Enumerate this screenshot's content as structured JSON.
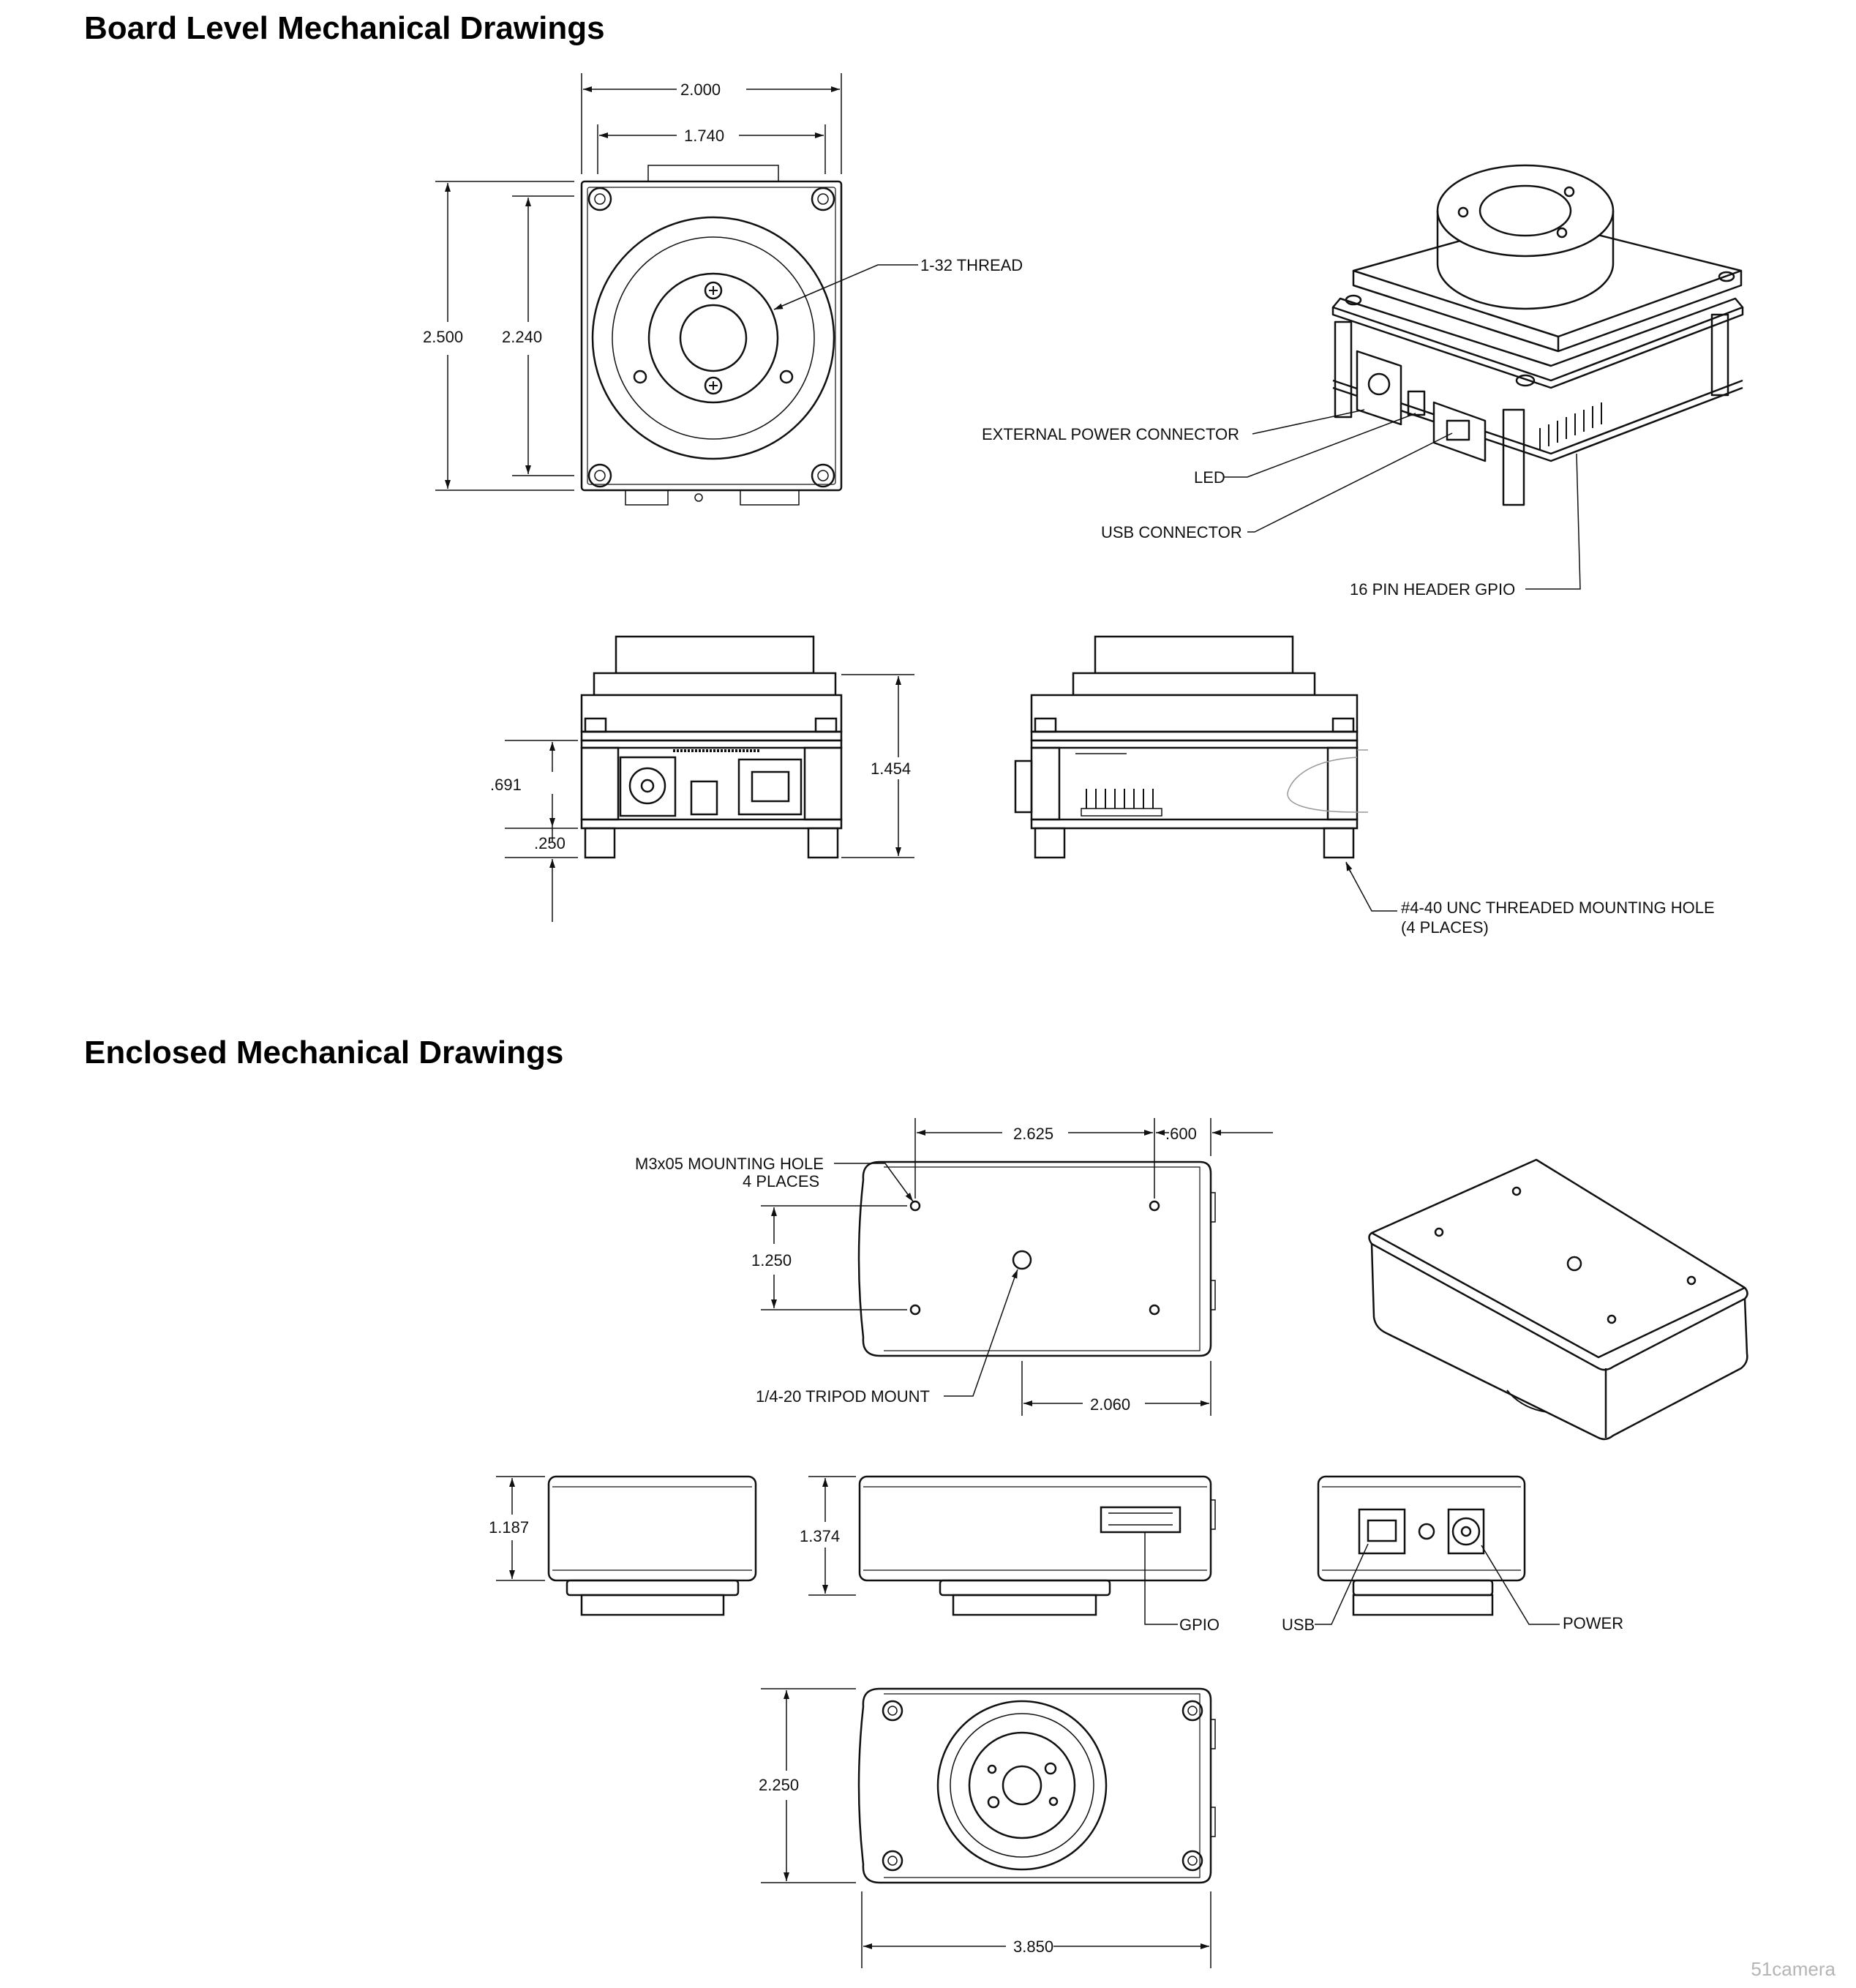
{
  "sections": {
    "board_title": "Board Level Mechanical Drawings",
    "enclosed_title": "Enclosed Mechanical Drawings"
  },
  "board": {
    "dims": {
      "width_outer": "2.000",
      "width_inner": "1.740",
      "height_outer": "2.500",
      "height_inner": "2.240",
      "side_height": "1.454",
      "offset_691": ".691",
      "offset_250": ".250"
    },
    "labels": {
      "thread": "1-32 THREAD",
      "ext_power": "EXTERNAL POWER CONNECTOR",
      "led": "LED",
      "usb": "USB CONNECTOR",
      "gpio_header": "16 PIN HEADER GPIO",
      "mount_hole_line1": "#4-40 UNC THREADED MOUNTING HOLE",
      "mount_hole_line2": "(4 PLACES)"
    }
  },
  "enclosed": {
    "dims": {
      "hole_spacing_x": "2.625",
      "edge_offset": ".600",
      "hole_spacing_y": "1.250",
      "tripod_offset": "2.060",
      "height_front": "1.187",
      "height_side": "1.374",
      "height_back": "2.250",
      "length": "3.850"
    },
    "labels": {
      "mount_hole_line1": "M3x05 MOUNTING HOLE",
      "mount_hole_line2": "4 PLACES",
      "tripod": "1/4-20 TRIPOD MOUNT",
      "gpio": "GPIO",
      "usb": "USB",
      "power": "POWER"
    }
  },
  "watermark": "51camera"
}
